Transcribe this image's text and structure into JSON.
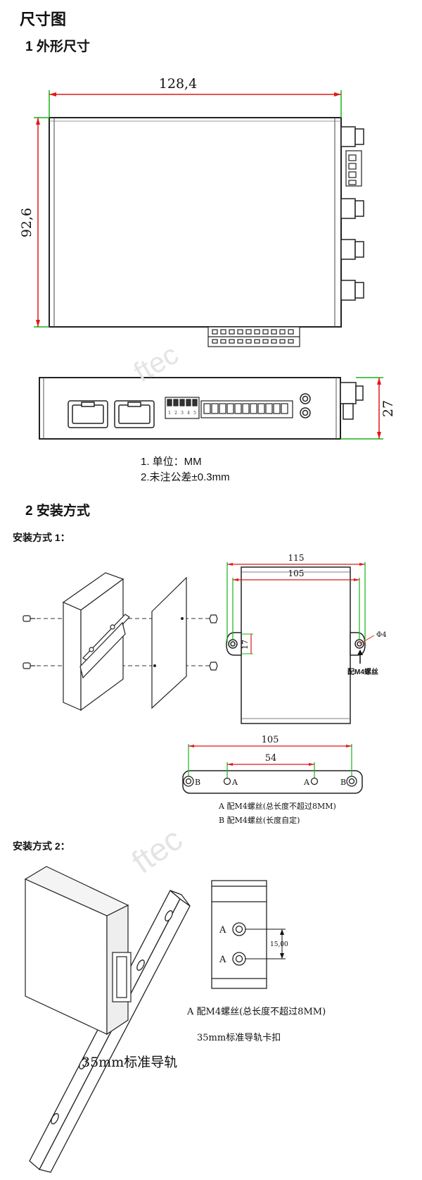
{
  "page_title": "尺寸图",
  "section1": {
    "heading": "1 外形尺寸",
    "dim_width": "128,4",
    "dim_height": "92,6",
    "dim_depth": "27",
    "port_pin_labels": [
      "1",
      "2",
      "3",
      "4",
      "5"
    ],
    "notes": [
      "1. 单位：MM",
      "2.未注公差±0.3mm"
    ]
  },
  "section2": {
    "heading": "2 安装方式",
    "method1": {
      "heading": "安装方式 1：",
      "dim_outer": "115",
      "dim_inner": "105",
      "dim_tab": "17",
      "dim_hole": "Φ4",
      "screw_label": "配M4螺丝",
      "bracket_dim_outer": "105",
      "bracket_dim_inner": "54",
      "bracket_hole_labels": [
        "B",
        "A",
        "A",
        "B"
      ],
      "legend": [
        "A 配M4螺丝(总长度不超过8MM)",
        "B 配M4螺丝(长度自定)"
      ]
    },
    "method2": {
      "heading": "安装方式 2：",
      "hole_labels": [
        "A",
        "A"
      ],
      "dim_spacing": "15,00",
      "legend_a": "A 配M4螺丝(总长度不超过8MM)",
      "clip_label": "35mm标准导轨卡扣",
      "rail_label": "35mm标准导轨"
    }
  },
  "watermark": "ftec"
}
